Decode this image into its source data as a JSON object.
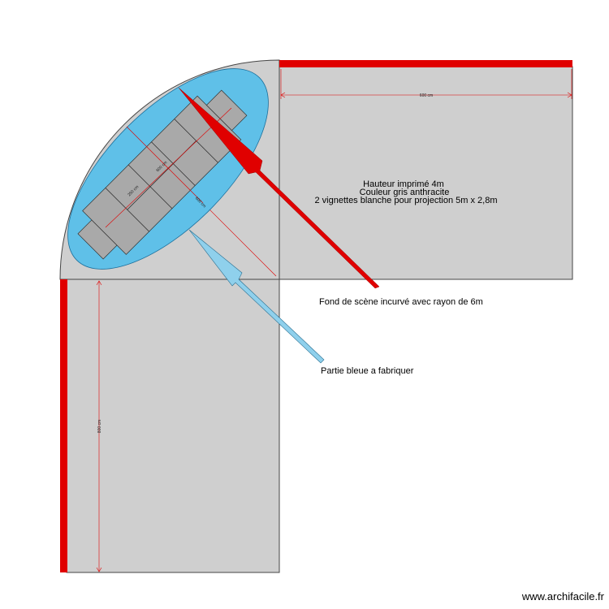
{
  "colors": {
    "panel_fill": "#cfcfcf",
    "panel_stroke": "#444444",
    "wall_red": "#e00000",
    "dim_red": "#e00000",
    "ellipse_blue": "#5fc0e8",
    "ellipse_stroke": "#1a6f9c",
    "table_fill": "#a9a9a9",
    "table_stroke": "#333333",
    "arrow_red": "#e00000",
    "arrow_blue": "#8fd0ec"
  },
  "notes": {
    "line1": "Hauteur imprimé 4m",
    "line2": "Couleur gris anthracite",
    "line3": "2 vignettes blanche pour projection  5m x 2,8m"
  },
  "callouts": {
    "curved_backdrop": "Fond de scène incurvé avec rayon de 6m",
    "blue_part": "Partie bleue a fabriquer"
  },
  "dimensions": {
    "right_panel_width": "600 cm",
    "left_panel_height": "800 cm",
    "ellipse_long": "600 cm",
    "ellipse_short": "250 cm",
    "curve_radius": "600 cm"
  },
  "watermark": "www.archifacile.fr"
}
